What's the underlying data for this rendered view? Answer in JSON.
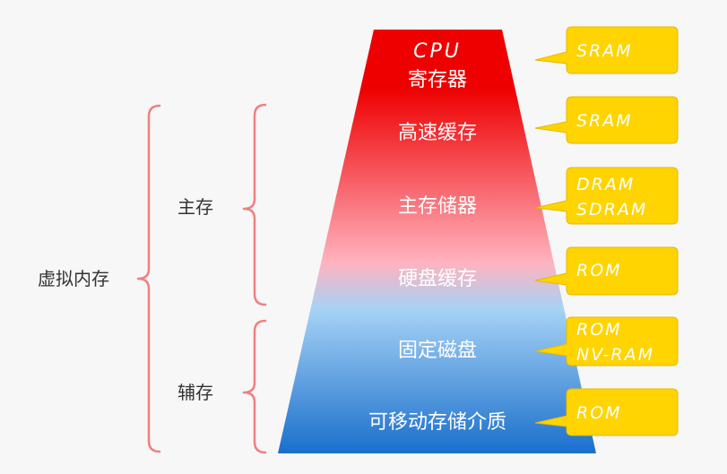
{
  "pyramid": {
    "levels": [
      {
        "lines": [
          "CPU",
          "寄存器"
        ]
      },
      {
        "lines": [
          "高速缓存"
        ]
      },
      {
        "lines": [
          "主存储器"
        ]
      },
      {
        "lines": [
          "硬盘缓存"
        ]
      },
      {
        "lines": [
          "固定磁盘"
        ]
      },
      {
        "lines": [
          "可移动存储介质"
        ]
      }
    ],
    "colors": {
      "top": "#ee0000",
      "middle": "#ffb3bf",
      "lower": "#a6d2f5",
      "bottom": "#1a6fcc"
    }
  },
  "groups": {
    "outer": {
      "label": "虚拟内存"
    },
    "main": {
      "label": "主存"
    },
    "aux": {
      "label": "辅存"
    }
  },
  "tags": [
    {
      "lines": [
        "SRAM"
      ]
    },
    {
      "lines": [
        "SRAM"
      ]
    },
    {
      "lines": [
        "DRAM",
        "SDRAM"
      ]
    },
    {
      "lines": [
        "ROM"
      ]
    },
    {
      "lines": [
        "ROM",
        "NV-RAM"
      ]
    },
    {
      "lines": [
        "ROM"
      ]
    }
  ],
  "tag_color": "#ffd400",
  "brace_color": "#f08080"
}
